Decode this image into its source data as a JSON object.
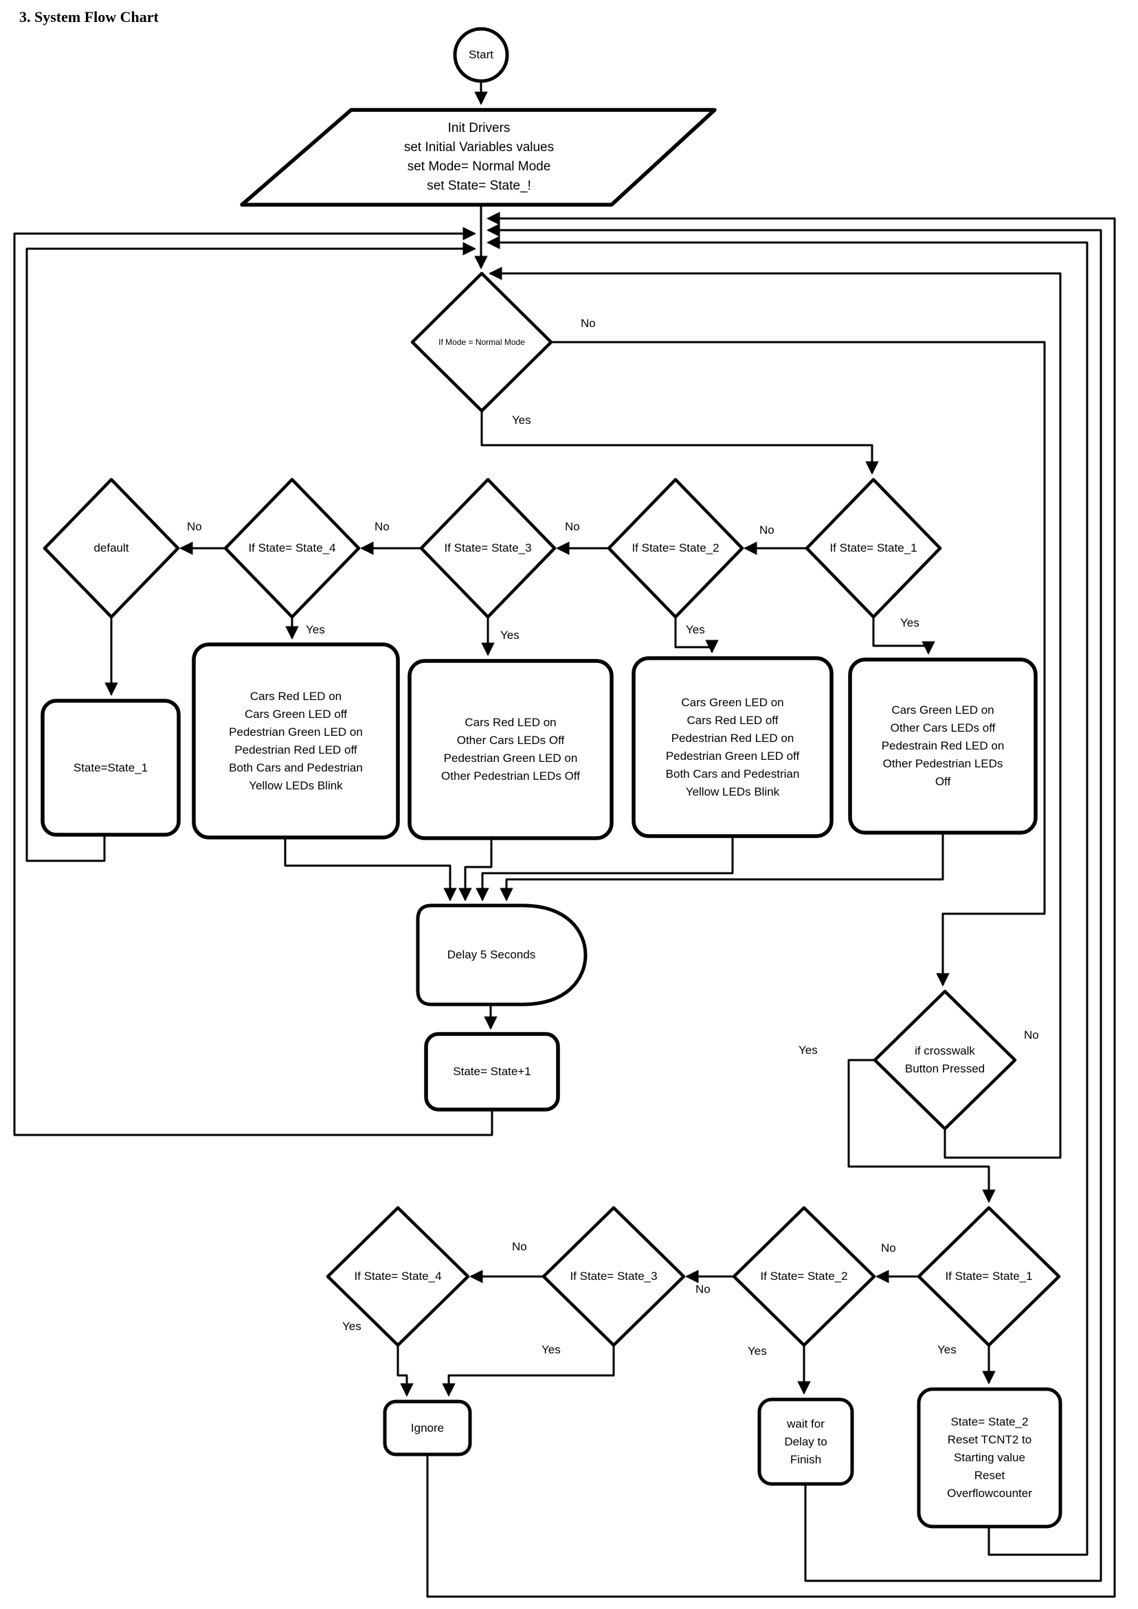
{
  "title": "3. System Flow Chart",
  "labels": {
    "yes": "Yes",
    "no": "No"
  },
  "nodes": {
    "start": "Start",
    "init": {
      "lines": [
        "Init Drivers",
        "set Initial Variables values",
        "set Mode= Normal Mode",
        "set State= State_!"
      ]
    },
    "mode_check": "If Mode = Normal Mode",
    "check_default": "default",
    "check_state4": "If State= State_4",
    "check_state3": "If State= State_3",
    "check_state2": "If State= State_2",
    "check_state1": "If State= State_1",
    "set_state1": "State=State_1",
    "state4_actions": {
      "lines": [
        "Cars Red LED on",
        "Cars Green LED off",
        "Pedestrian Green LED on",
        "Pedestrian Red LED off",
        "Both Cars and Pedestrian",
        "Yellow LEDs Blink"
      ]
    },
    "state3_actions": {
      "lines": [
        "Cars Red LED on",
        "Other Cars LEDs Off",
        "Pedestrian Green LED on",
        "Other Pedestrian LEDs Off"
      ]
    },
    "state2_actions": {
      "lines": [
        "Cars Green LED on",
        "Cars Red LED off",
        "Pedestrian Red LED on",
        "Pedestrian Green LED off",
        "Both Cars and Pedestrian",
        "Yellow LEDs Blink"
      ]
    },
    "state1_actions": {
      "lines": [
        "Cars Green LED on",
        "Other Cars LEDs off",
        "Pedestrain Red LED on",
        "Other Pedestrian LEDs",
        "Off"
      ]
    },
    "delay": "Delay 5 Seconds",
    "increment_state": "State= State+1",
    "crosswalk_check": {
      "lines": [
        "if crosswalk",
        "Button Pressed"
      ]
    },
    "b_check_state4": "If State= State_4",
    "b_check_state3": "If State= State_3",
    "b_check_state2": "If State= State_2",
    "b_check_state1": "If State= State_1",
    "ignore": "Ignore",
    "wait_delay": {
      "lines": [
        "wait for",
        "Delay to",
        "Finish"
      ]
    },
    "reset_timer": {
      "lines": [
        "State= State_2",
        "Reset TCNT2 to",
        "Starting value",
        "Reset",
        "Overflowcounter"
      ]
    }
  }
}
